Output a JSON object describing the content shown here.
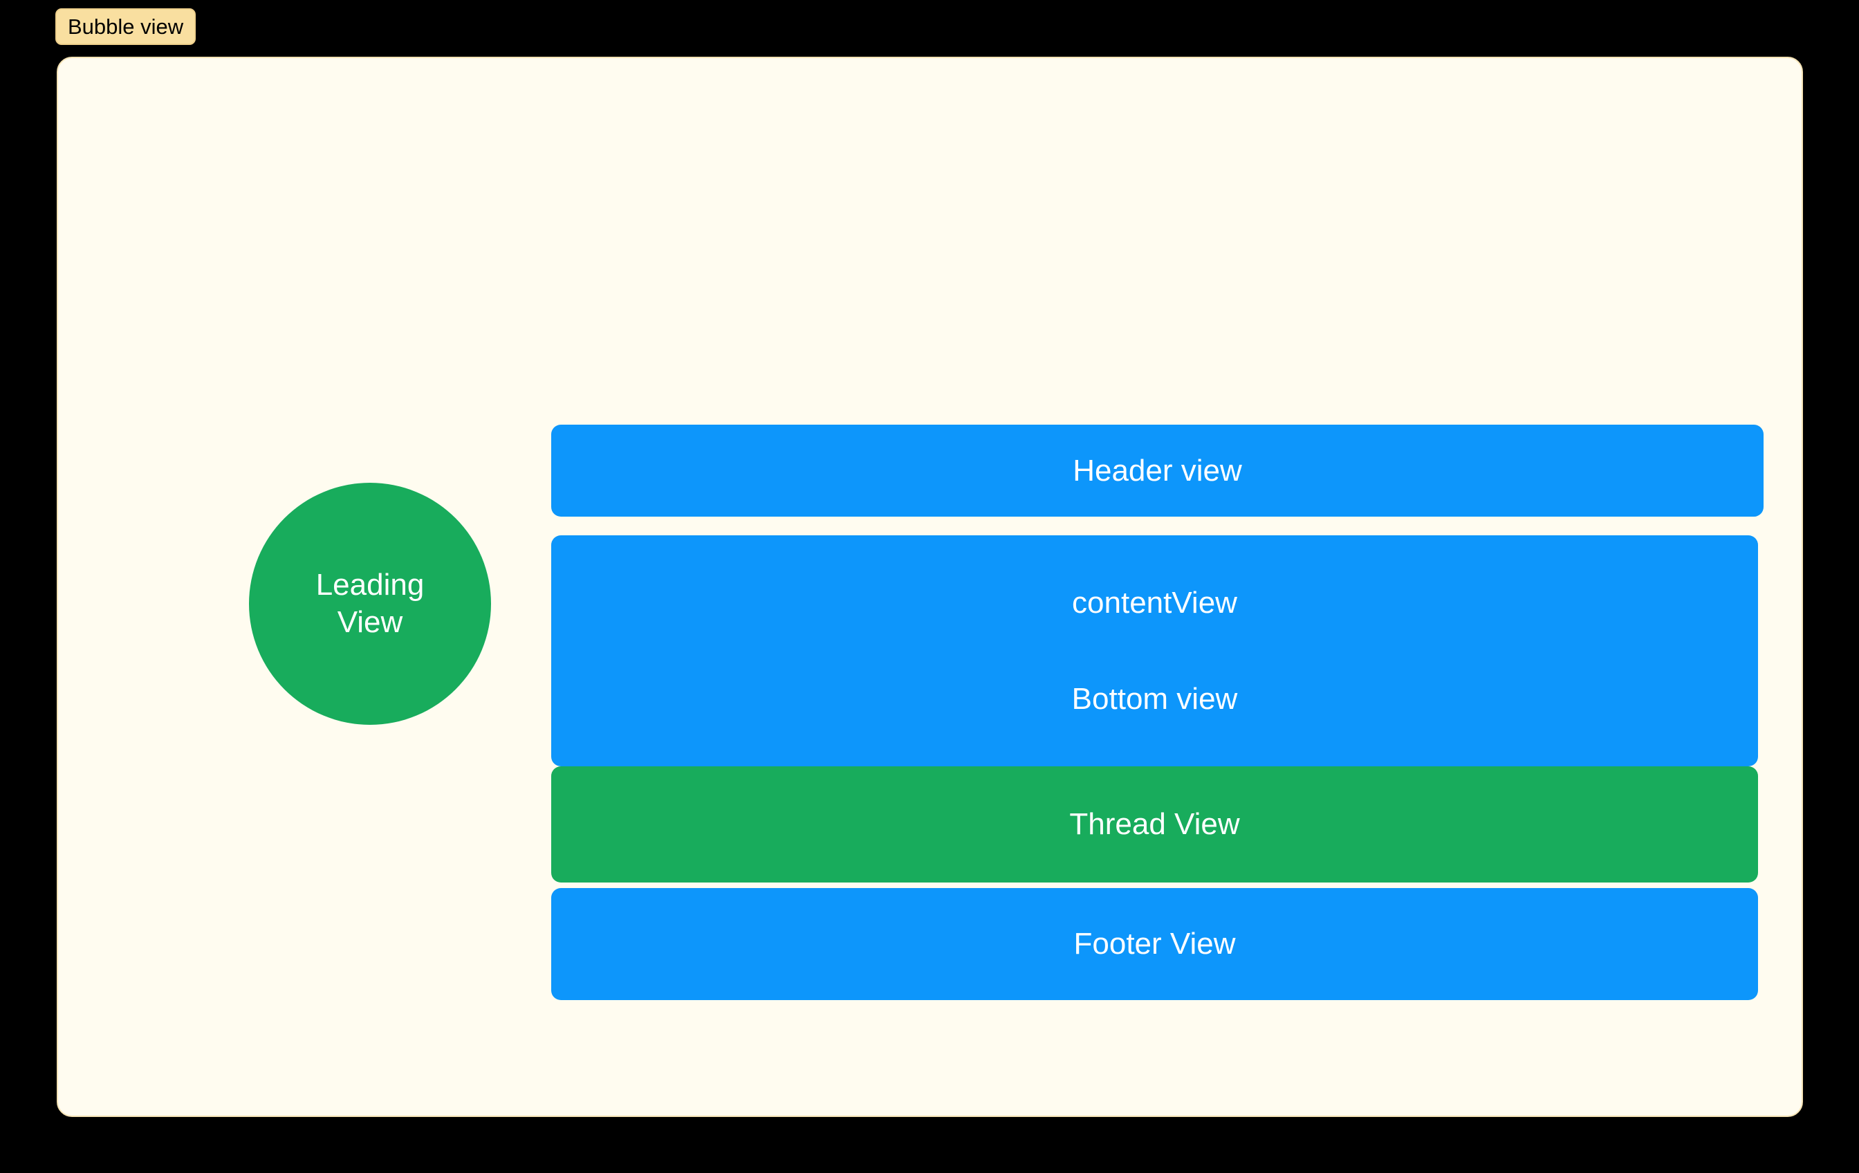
{
  "page": {
    "background_color": "#000000"
  },
  "badge": {
    "label": "Bubble view",
    "fill_color": "#F9DFA0",
    "border_color": "#EFD08C",
    "text_color": "#000000"
  },
  "card": {
    "background_color": "#FFFCF0",
    "border_color": "#F5E3B5"
  },
  "leading_view": {
    "label_line1": "Leading",
    "label_line2": "View",
    "fill_color": "#18AC5C",
    "text_color": "#FFFFFF"
  },
  "bars": {
    "header": {
      "label": "Header view",
      "fill_color": "#0D96FB",
      "text_color": "#FFFFFF"
    },
    "content": {
      "label": "contentView",
      "bottom_label": "Bottom view",
      "fill_color": "#0D96FB",
      "text_color": "#FFFFFF"
    },
    "thread": {
      "label": "Thread View",
      "fill_color": "#18AC5C",
      "text_color": "#FFFFFF"
    },
    "footer": {
      "label": "Footer View",
      "fill_color": "#0D96FB",
      "text_color": "#FFFFFF"
    }
  }
}
